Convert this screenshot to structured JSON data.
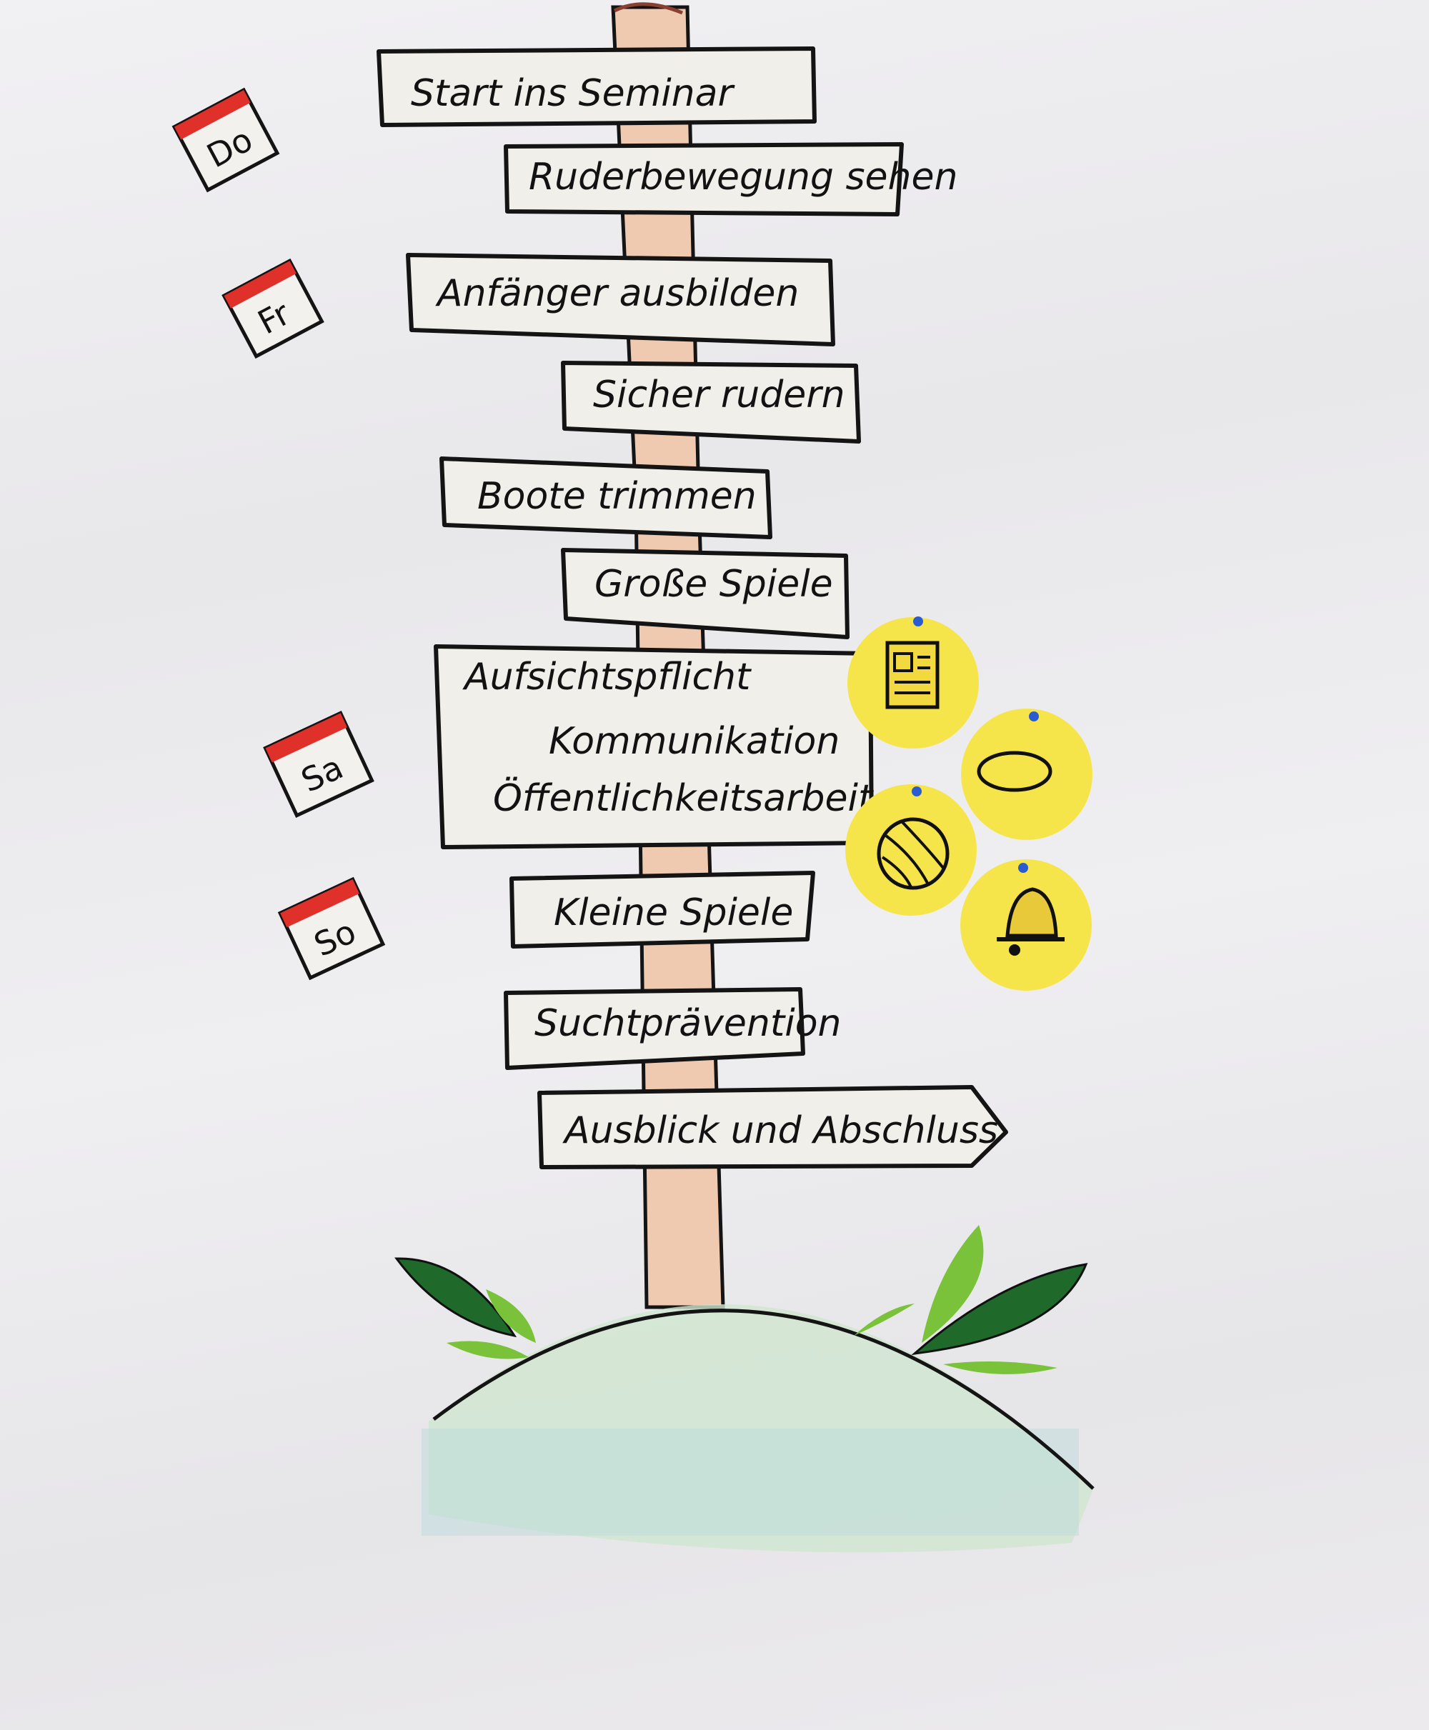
{
  "signs": [
    {
      "label": "Start ins Seminar"
    },
    {
      "label": "Ruderbewegung sehen"
    },
    {
      "label": "Anfänger ausbilden"
    },
    {
      "label": "Sicher rudern"
    },
    {
      "label": "Boote trimmen"
    },
    {
      "label": "Große Spiele"
    },
    {
      "lines": [
        "Aufsichtspflicht",
        "Kommunikation",
        "Öffentlichkeitsarbeit"
      ]
    },
    {
      "label": "Kleine Spiele"
    },
    {
      "label": "Suchtprävention"
    },
    {
      "label": "Ausblick und Abschluss"
    }
  ],
  "calendars": [
    {
      "day": "Do"
    },
    {
      "day": "Fr"
    },
    {
      "day": "Sa"
    },
    {
      "day": "So"
    }
  ],
  "stickers": [
    "newspaper-icon",
    "football-icon",
    "beach-ball-icon",
    "bell-icon"
  ],
  "colors": {
    "paper": "#ecebee",
    "sign": "#f0efe9",
    "pole": "#efc9b0",
    "sticker": "#f5e54a",
    "calendar_red": "#e0302a",
    "leaf_dark": "#1f6a2a",
    "leaf_light": "#79c23a"
  }
}
